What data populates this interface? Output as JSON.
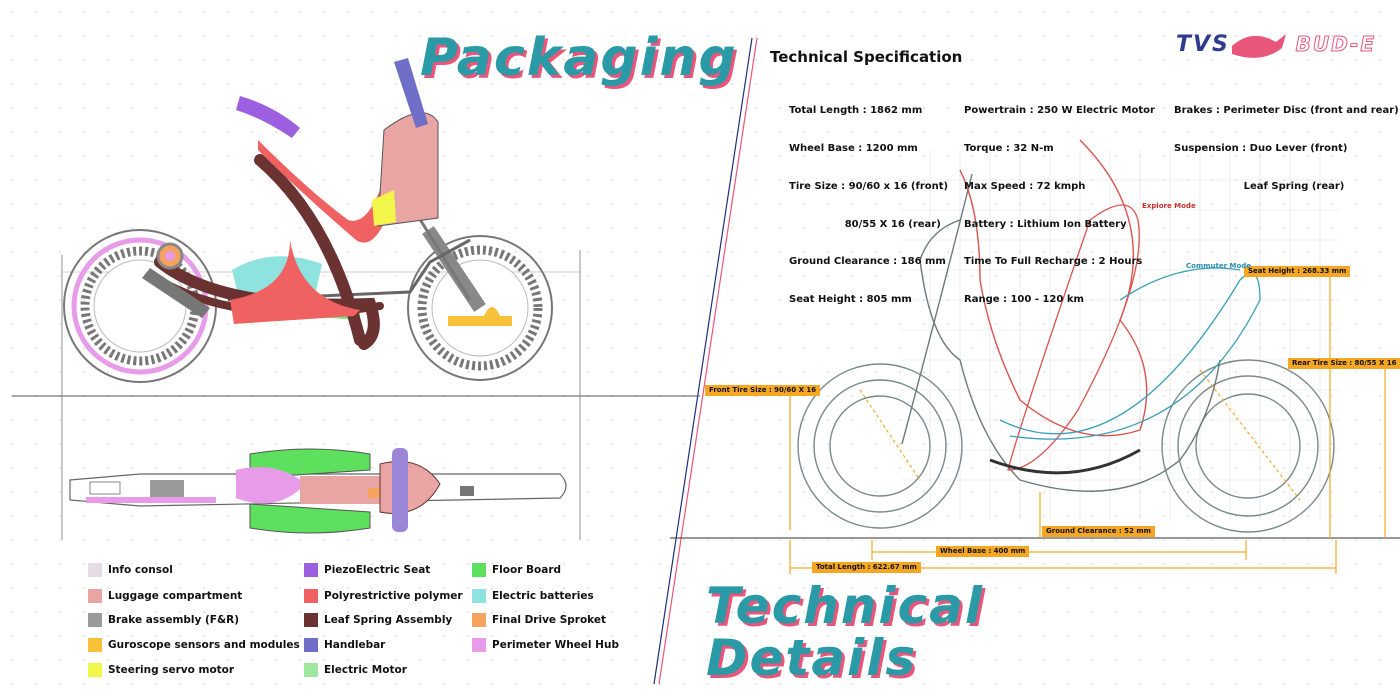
{
  "packaging_title": "Packaging",
  "technical_title": {
    "line1": "Technical",
    "line2": "Details"
  },
  "brand": {
    "name": "TVS",
    "model": "BUD-E"
  },
  "spec_heading": "Technical Specification",
  "spec_columns": [
    [
      "Total Length : 1862 mm",
      "Wheel Base : 1200 mm",
      "Tire Size : 90/60 x 16 (front)",
      "                80/55 X 16 (rear)",
      "Ground Clearance : 186 mm",
      "Seat Height : 805 mm"
    ],
    [
      "Powertrain : 250 W Electric Motor",
      "Torque : 32 N-m",
      "Max Speed : 72 kmph",
      "Battery : Lithium Ion Battery",
      "Time To Full Recharge : 2 Hours",
      "Range : 100 - 120 km"
    ],
    [
      "Brakes : Perimeter Disc (front and rear)",
      "Suspension : Duo Lever (front)",
      "                    Leaf Spring (rear)"
    ]
  ],
  "legend": [
    {
      "label": "Info consol",
      "color": "#e4dbe3"
    },
    {
      "label": "Luggage compartment",
      "color": "#e9a4a4"
    },
    {
      "label": "Brake assembly (F&R)",
      "color": "#9a9a9a"
    },
    {
      "label": "Guroscope sensors and modules",
      "color": "#f7c23a"
    },
    {
      "label": "Steering servo motor",
      "color": "#f2f54a"
    },
    {
      "label": "PiezoElectric Seat",
      "color": "#9b5fe0"
    },
    {
      "label": "Polyrestrictive polymer",
      "color": "#f06262"
    },
    {
      "label": "Leaf Spring Assembly",
      "color": "#6b3232"
    },
    {
      "label": "Handlebar",
      "color": "#6f6fc8"
    },
    {
      "label": "Electric Motor",
      "color": "#9ee79e"
    },
    {
      "label": "Floor Board",
      "color": "#5de05d"
    },
    {
      "label": "Electric batteries",
      "color": "#8fe3de"
    },
    {
      "label": "Final Drive Sproket",
      "color": "#f5a35d"
    },
    {
      "label": "Perimeter Wheel Hub",
      "color": "#e79be9"
    }
  ],
  "dimensions": {
    "seat_height": "Seat Height : 268.33 mm",
    "rear_tire": "Rear Tire Size : 80/55 X 16",
    "front_tire": "Front Tire Size : 90/60 X 16",
    "ground_clearance": "Ground Clearance : 52 mm",
    "wheel_base": "Wheel Base : 400 mm",
    "total_length": "Total Length : 622.67 mm"
  },
  "modes": {
    "explore": "Explore Mode",
    "commuter": "Commuter Mode"
  },
  "colors": {
    "accent_teal": "#2a9aa7",
    "accent_pink": "#e9567b",
    "dimension_orange": "#f5a623"
  }
}
